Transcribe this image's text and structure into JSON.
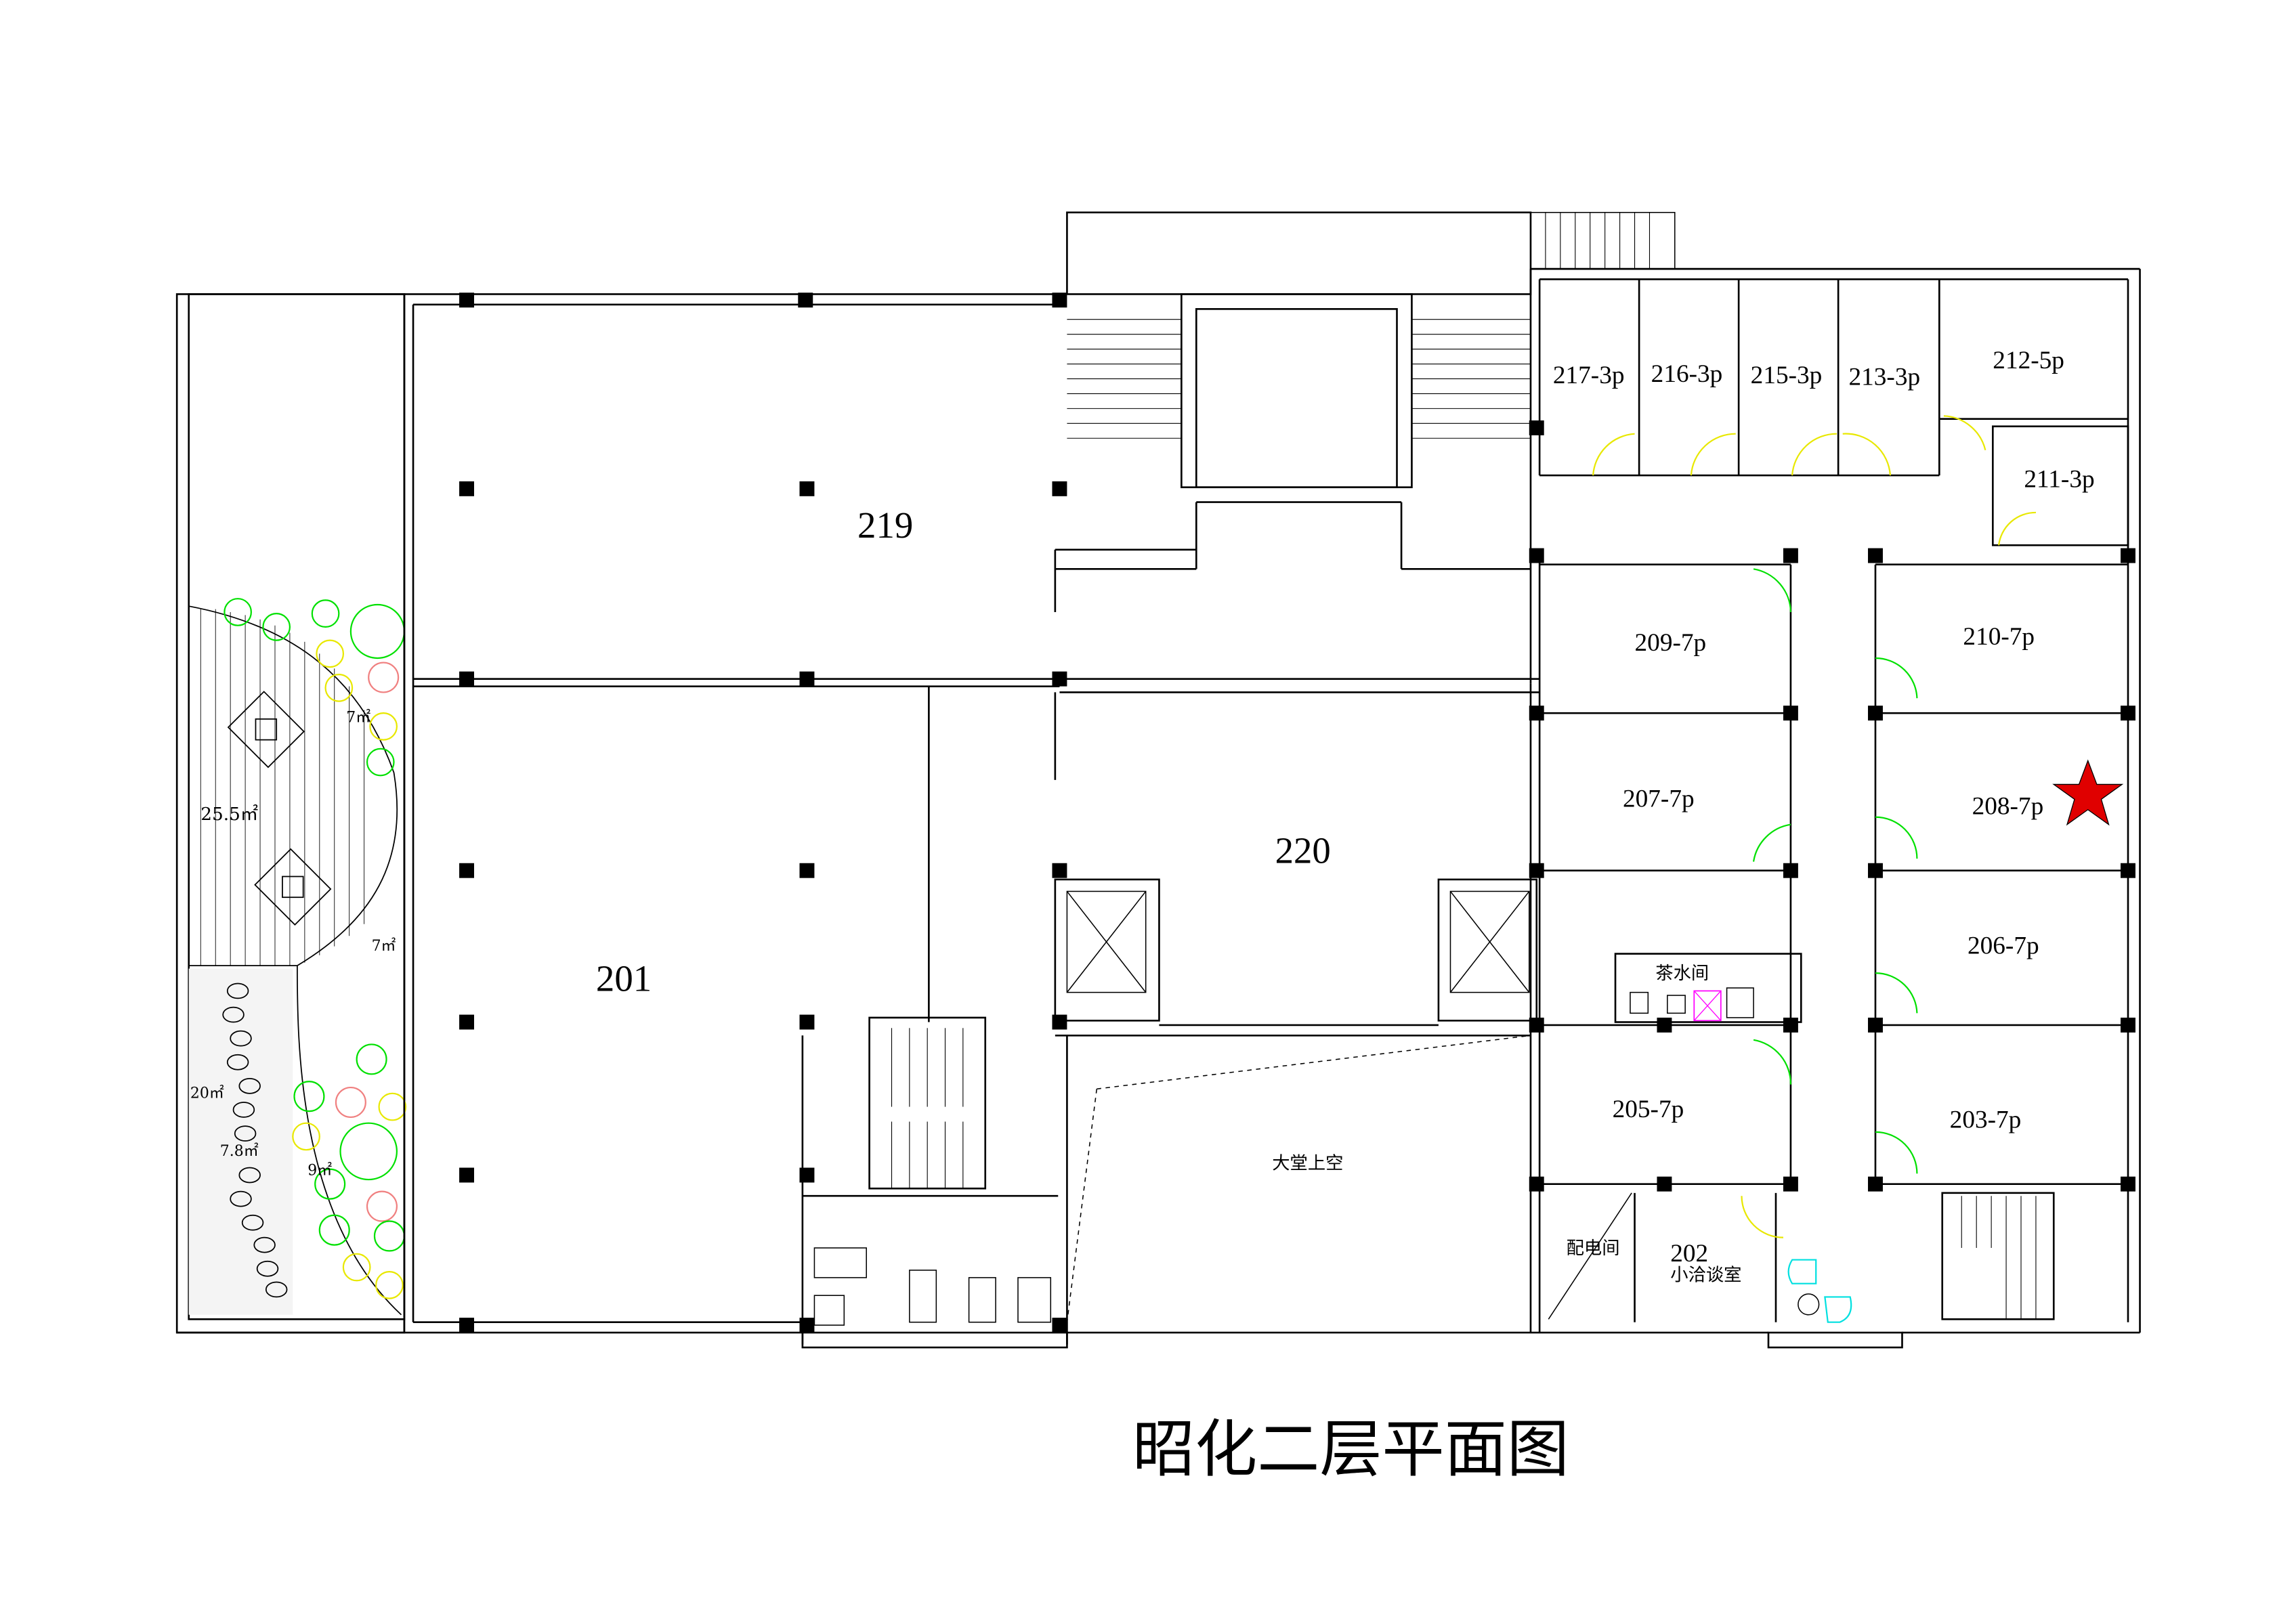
{
  "title": "昭化二层平面图",
  "rooms": [
    {
      "id": "219",
      "label": "219"
    },
    {
      "id": "201",
      "label": "201"
    },
    {
      "id": "220",
      "label": "220"
    },
    {
      "id": "atrium",
      "label": "大堂上空"
    },
    {
      "id": "217",
      "label": "217-3p"
    },
    {
      "id": "216",
      "label": "216-3p"
    },
    {
      "id": "215",
      "label": "215-3p"
    },
    {
      "id": "213",
      "label": "213-3p"
    },
    {
      "id": "212",
      "label": "212-5p"
    },
    {
      "id": "211",
      "label": "211-3p"
    },
    {
      "id": "209",
      "label": "209-7p"
    },
    {
      "id": "210",
      "label": "210-7p"
    },
    {
      "id": "207",
      "label": "207-7p"
    },
    {
      "id": "208",
      "label": "208-7p"
    },
    {
      "id": "206",
      "label": "206-7p"
    },
    {
      "id": "205",
      "label": "205-7p"
    },
    {
      "id": "203",
      "label": "203-7p"
    },
    {
      "id": "tea",
      "label": "茶水间"
    },
    {
      "id": "elec",
      "label": "配电间"
    },
    {
      "id": "202",
      "label": "202"
    },
    {
      "id": "202b",
      "label": "小洽谈室"
    }
  ],
  "garden_areas": [
    "25.5㎡",
    "7㎡",
    "7㎡",
    "20㎡",
    "7.8㎡",
    "9㎡"
  ],
  "marker": {
    "room": "208-7p",
    "icon": "star-icon",
    "color": "#e00000"
  },
  "colors": {
    "door_green": "#00e000",
    "door_yellow": "#e8e800",
    "plant_pink": "#f08080",
    "furniture_cyan": "#00e0e0",
    "fixture_magenta": "#ff00ff"
  }
}
